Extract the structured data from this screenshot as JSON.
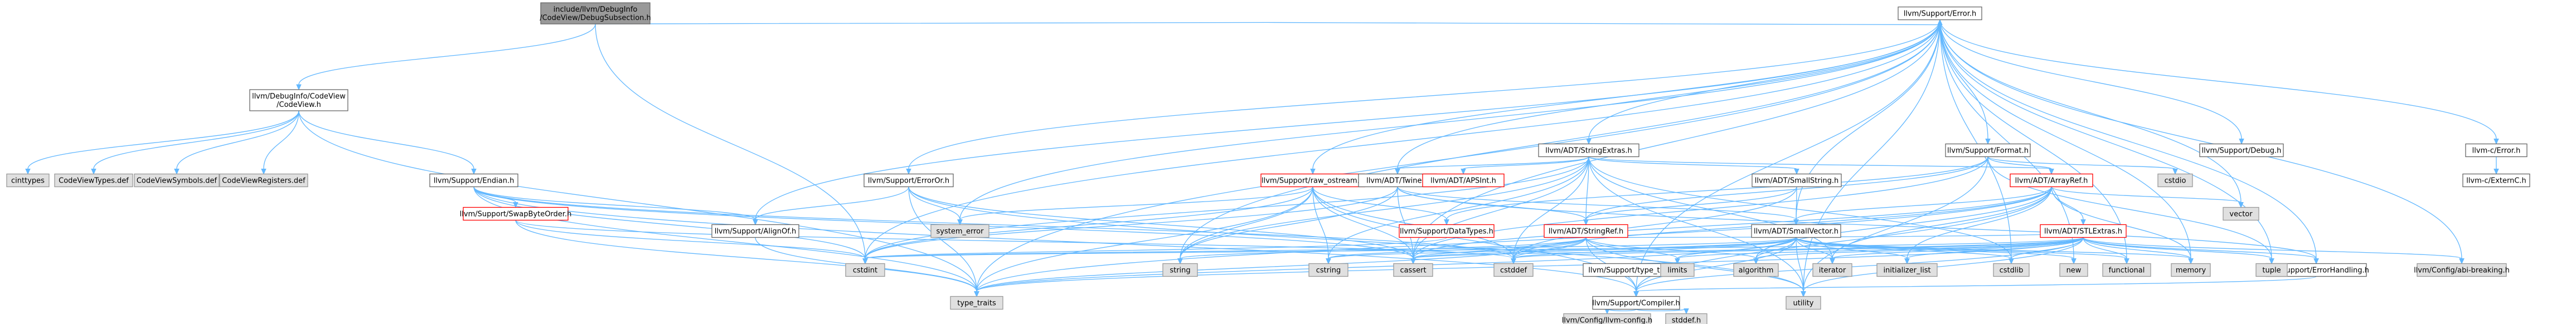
{
  "nodes": [
    {
      "id": "subsection",
      "lines": [
        "include/llvm/DebugInfo",
        "/CodeView/DebugSubsection.h"
      ],
      "style": "focus"
    },
    {
      "id": "codeview",
      "lines": [
        "llvm/DebugInfo/CodeView",
        "/CodeView.h"
      ],
      "style": "normal"
    },
    {
      "id": "error",
      "lines": [
        "llvm/Support/Error.h"
      ],
      "style": "normal"
    },
    {
      "id": "cinttypes",
      "lines": [
        "cinttypes"
      ],
      "style": "sys"
    },
    {
      "id": "cvtypes",
      "lines": [
        "CodeViewTypes.def"
      ],
      "style": "sys"
    },
    {
      "id": "cvsymbols",
      "lines": [
        "CodeViewSymbols.def"
      ],
      "style": "sys"
    },
    {
      "id": "cvregisters",
      "lines": [
        "CodeViewRegisters.def"
      ],
      "style": "sys"
    },
    {
      "id": "endian",
      "lines": [
        "llvm/Support/Endian.h"
      ],
      "style": "normal"
    },
    {
      "id": "swapbyte",
      "lines": [
        "llvm/Support/SwapByteOrder.h"
      ],
      "style": "red"
    },
    {
      "id": "alignof",
      "lines": [
        "llvm/Support/AlignOf.h"
      ],
      "style": "normal"
    },
    {
      "id": "erroror",
      "lines": [
        "llvm/Support/ErrorOr.h"
      ],
      "style": "normal"
    },
    {
      "id": "system_error",
      "lines": [
        "system_error"
      ],
      "style": "sys"
    },
    {
      "id": "raw_ostream",
      "lines": [
        "llvm/Support/raw_ostream.h"
      ],
      "style": "red"
    },
    {
      "id": "twine",
      "lines": [
        "llvm/ADT/Twine.h"
      ],
      "style": "normal"
    },
    {
      "id": "apsint",
      "lines": [
        "llvm/ADT/APSInt.h"
      ],
      "style": "red"
    },
    {
      "id": "stringextras",
      "lines": [
        "llvm/ADT/StringExtras.h"
      ],
      "style": "normal"
    },
    {
      "id": "datatypes",
      "lines": [
        "llvm/Support/DataTypes.h"
      ],
      "style": "red"
    },
    {
      "id": "stringref",
      "lines": [
        "llvm/ADT/StringRef.h"
      ],
      "style": "red"
    },
    {
      "id": "smallstring",
      "lines": [
        "llvm/ADT/SmallString.h"
      ],
      "style": "normal"
    },
    {
      "id": "smallvector",
      "lines": [
        "llvm/ADT/SmallVector.h"
      ],
      "style": "normal"
    },
    {
      "id": "format",
      "lines": [
        "llvm/Support/Format.h"
      ],
      "style": "normal"
    },
    {
      "id": "arrayref",
      "lines": [
        "llvm/ADT/ArrayRef.h"
      ],
      "style": "red"
    },
    {
      "id": "stlextras",
      "lines": [
        "llvm/ADT/STLExtras.h"
      ],
      "style": "red"
    },
    {
      "id": "debug",
      "lines": [
        "llvm/Support/Debug.h"
      ],
      "style": "normal"
    },
    {
      "id": "c_error",
      "lines": [
        "llvm-c/Error.h"
      ],
      "style": "normal"
    },
    {
      "id": "externc",
      "lines": [
        "llvm-c/ExternC.h"
      ],
      "style": "normal"
    },
    {
      "id": "cstdio",
      "lines": [
        "cstdio"
      ],
      "style": "sys"
    },
    {
      "id": "vector",
      "lines": [
        "vector"
      ],
      "style": "sys"
    },
    {
      "id": "typetraits_llvm",
      "lines": [
        "llvm/Support/type_traits.h"
      ],
      "style": "normal"
    },
    {
      "id": "errorhandling",
      "lines": [
        "llvm/Support/ErrorHandling.h"
      ],
      "style": "normal"
    },
    {
      "id": "abibreaking",
      "lines": [
        "llvm/Config/abi-breaking.h"
      ],
      "style": "sys"
    },
    {
      "id": "compiler",
      "lines": [
        "llvm/Support/Compiler.h"
      ],
      "style": "normal"
    },
    {
      "id": "llvmconfig",
      "lines": [
        "llvm/Config/llvm-config.h"
      ],
      "style": "sys"
    },
    {
      "id": "stddef",
      "lines": [
        "stddef.h"
      ],
      "style": "sys"
    },
    {
      "id": "cstdint",
      "lines": [
        "cstdint"
      ],
      "style": "sys"
    },
    {
      "id": "type_traits",
      "lines": [
        "type_traits"
      ],
      "style": "sys"
    },
    {
      "id": "string",
      "lines": [
        "string"
      ],
      "style": "sys"
    },
    {
      "id": "cstring",
      "lines": [
        "cstring"
      ],
      "style": "sys"
    },
    {
      "id": "cassert",
      "lines": [
        "cassert"
      ],
      "style": "sys"
    },
    {
      "id": "cstddef",
      "lines": [
        "cstddef"
      ],
      "style": "sys"
    },
    {
      "id": "limits",
      "lines": [
        "limits"
      ],
      "style": "sys"
    },
    {
      "id": "algorithm",
      "lines": [
        "algorithm"
      ],
      "style": "sys"
    },
    {
      "id": "iterator",
      "lines": [
        "iterator"
      ],
      "style": "sys"
    },
    {
      "id": "initializer_list",
      "lines": [
        "initializer_list"
      ],
      "style": "sys"
    },
    {
      "id": "cstdlib",
      "lines": [
        "cstdlib"
      ],
      "style": "sys"
    },
    {
      "id": "new",
      "lines": [
        "new"
      ],
      "style": "sys"
    },
    {
      "id": "functional",
      "lines": [
        "functional"
      ],
      "style": "sys"
    },
    {
      "id": "memory",
      "lines": [
        "memory"
      ],
      "style": "sys"
    },
    {
      "id": "tuple",
      "lines": [
        "tuple"
      ],
      "style": "sys"
    },
    {
      "id": "utility",
      "lines": [
        "utility"
      ],
      "style": "sys"
    }
  ],
  "edges": [
    [
      "subsection",
      "codeview"
    ],
    [
      "subsection",
      "error"
    ],
    [
      "subsection",
      "cstdint"
    ],
    [
      "codeview",
      "cinttypes"
    ],
    [
      "codeview",
      "cvtypes"
    ],
    [
      "codeview",
      "cvsymbols"
    ],
    [
      "codeview",
      "cvregisters"
    ],
    [
      "codeview",
      "endian"
    ],
    [
      "codeview",
      "type_traits"
    ],
    [
      "endian",
      "swapbyte"
    ],
    [
      "endian",
      "alignof"
    ],
    [
      "endian",
      "compiler"
    ],
    [
      "endian",
      "cassert"
    ],
    [
      "endian",
      "cstddef"
    ],
    [
      "endian",
      "cstdint"
    ],
    [
      "endian",
      "type_traits"
    ],
    [
      "swapbyte",
      "cstddef"
    ],
    [
      "swapbyte",
      "cstdint"
    ],
    [
      "swapbyte",
      "type_traits"
    ],
    [
      "alignof",
      "type_traits"
    ],
    [
      "error",
      "abibreaking"
    ],
    [
      "error",
      "stringextras"
    ],
    [
      "error",
      "twine"
    ],
    [
      "error",
      "alignof"
    ],
    [
      "error",
      "compiler"
    ],
    [
      "error",
      "debug"
    ],
    [
      "error",
      "errorhandling"
    ],
    [
      "error",
      "erroror"
    ],
    [
      "error",
      "format"
    ],
    [
      "error",
      "raw_ostream"
    ],
    [
      "error",
      "c_error"
    ],
    [
      "error",
      "cassert"
    ],
    [
      "error",
      "cstdint"
    ],
    [
      "error",
      "cstdlib"
    ],
    [
      "error",
      "functional"
    ],
    [
      "error",
      "memory"
    ],
    [
      "error",
      "new"
    ],
    [
      "error",
      "optional"
    ],
    [
      "error",
      "string"
    ],
    [
      "error",
      "system_error"
    ],
    [
      "error",
      "type_traits"
    ],
    [
      "error",
      "utility"
    ],
    [
      "error",
      "vector"
    ],
    [
      "error",
      "smallvector"
    ],
    [
      "error",
      "tuple"
    ],
    [
      "c_error",
      "externc"
    ],
    [
      "erroror",
      "alignof"
    ],
    [
      "erroror",
      "cassert"
    ],
    [
      "erroror",
      "system_error"
    ],
    [
      "erroror",
      "type_traits"
    ],
    [
      "erroror",
      "utility"
    ],
    [
      "raw_ostream",
      "compiler"
    ],
    [
      "raw_ostream",
      "datatypes"
    ],
    [
      "raw_ostream",
      "cassert"
    ],
    [
      "raw_ostream",
      "cstddef"
    ],
    [
      "raw_ostream",
      "cstdint"
    ],
    [
      "raw_ostream",
      "cstring"
    ],
    [
      "raw_ostream",
      "string"
    ],
    [
      "raw_ostream",
      "type_traits"
    ],
    [
      "raw_ostream",
      "system_error"
    ],
    [
      "twine",
      "smallvector"
    ],
    [
      "twine",
      "stringref"
    ],
    [
      "twine",
      "errorhandling"
    ],
    [
      "twine",
      "cassert"
    ],
    [
      "twine",
      "cstdint"
    ],
    [
      "twine",
      "string"
    ],
    [
      "stringextras",
      "apsint"
    ],
    [
      "stringextras",
      "arrayref"
    ],
    [
      "stringextras",
      "smallstring"
    ],
    [
      "stringextras",
      "stringref"
    ],
    [
      "stringextras",
      "twine"
    ],
    [
      "stringextras",
      "cassert"
    ],
    [
      "stringextras",
      "cstddef"
    ],
    [
      "stringextras",
      "cstdint"
    ],
    [
      "stringextras",
      "cstdlib"
    ],
    [
      "stringextras",
      "cstring"
    ],
    [
      "stringextras",
      "iterator"
    ],
    [
      "stringextras",
      "string"
    ],
    [
      "stringextras",
      "utility"
    ],
    [
      "stringref",
      "stlextras"
    ],
    [
      "stringref",
      "compiler"
    ],
    [
      "stringref",
      "algorithm"
    ],
    [
      "stringref",
      "cassert"
    ],
    [
      "stringref",
      "cstddef"
    ],
    [
      "stringref",
      "cstring"
    ],
    [
      "stringref",
      "limits"
    ],
    [
      "stringref",
      "string"
    ],
    [
      "stringref",
      "type_traits"
    ],
    [
      "stringref",
      "utility"
    ],
    [
      "smallstring",
      "smallvector"
    ],
    [
      "smallstring",
      "stringref"
    ],
    [
      "smallstring",
      "cstddef"
    ],
    [
      "smallvector",
      "compiler"
    ],
    [
      "smallvector",
      "type_traits_llvm"
    ],
    [
      "smallvector",
      "algorithm"
    ],
    [
      "smallvector",
      "cassert"
    ],
    [
      "smallvector",
      "cstddef"
    ],
    [
      "smallvector",
      "cstdint"
    ],
    [
      "smallvector",
      "cstdlib"
    ],
    [
      "smallvector",
      "cstring"
    ],
    [
      "smallvector",
      "functional"
    ],
    [
      "smallvector",
      "initializer_list"
    ],
    [
      "smallvector",
      "iterator"
    ],
    [
      "smallvector",
      "limits"
    ],
    [
      "smallvector",
      "memory"
    ],
    [
      "smallvector",
      "new"
    ],
    [
      "smallvector",
      "type_traits"
    ],
    [
      "smallvector",
      "utility"
    ],
    [
      "type_traits_llvm",
      "compiler"
    ],
    [
      "type_traits_llvm",
      "type_traits"
    ],
    [
      "type_traits_llvm",
      "utility"
    ],
    [
      "format",
      "arrayref"
    ],
    [
      "format",
      "stringref"
    ],
    [
      "format",
      "datatypes"
    ],
    [
      "format",
      "cassert"
    ],
    [
      "format",
      "cstdio"
    ],
    [
      "format",
      "tuple"
    ],
    [
      "format",
      "utility"
    ],
    [
      "arrayref",
      "smallvector"
    ],
    [
      "arrayref",
      "stlextras"
    ],
    [
      "arrayref",
      "compiler"
    ],
    [
      "arrayref",
      "algorithm"
    ],
    [
      "arrayref",
      "array"
    ],
    [
      "arrayref",
      "cassert"
    ],
    [
      "arrayref",
      "cstddef"
    ],
    [
      "arrayref",
      "initializer_list"
    ],
    [
      "arrayref",
      "iterator"
    ],
    [
      "arrayref",
      "memory"
    ],
    [
      "arrayref",
      "type_traits"
    ],
    [
      "arrayref",
      "vector"
    ],
    [
      "stlextras",
      "compiler"
    ],
    [
      "stlextras",
      "type_traits_llvm"
    ],
    [
      "stlextras",
      "errorhandling"
    ],
    [
      "stlextras",
      "abibreaking"
    ],
    [
      "stlextras",
      "algorithm"
    ],
    [
      "stlextras",
      "cassert"
    ],
    [
      "stlextras",
      "cstddef"
    ],
    [
      "stlextras",
      "cstdint"
    ],
    [
      "stlextras",
      "cstdlib"
    ],
    [
      "stlextras",
      "functional"
    ],
    [
      "stlextras",
      "initializer_list"
    ],
    [
      "stlextras",
      "iterator"
    ],
    [
      "stlextras",
      "limits"
    ],
    [
      "stlextras",
      "memory"
    ],
    [
      "stlextras",
      "optional"
    ],
    [
      "stlextras",
      "tuple"
    ],
    [
      "stlextras",
      "type_traits"
    ],
    [
      "stlextras",
      "utility"
    ],
    [
      "errorhandling",
      "compiler"
    ],
    [
      "compiler",
      "llvmconfig"
    ],
    [
      "compiler",
      "stddef"
    ],
    [
      "datatypes",
      "cstdint"
    ]
  ]
}
